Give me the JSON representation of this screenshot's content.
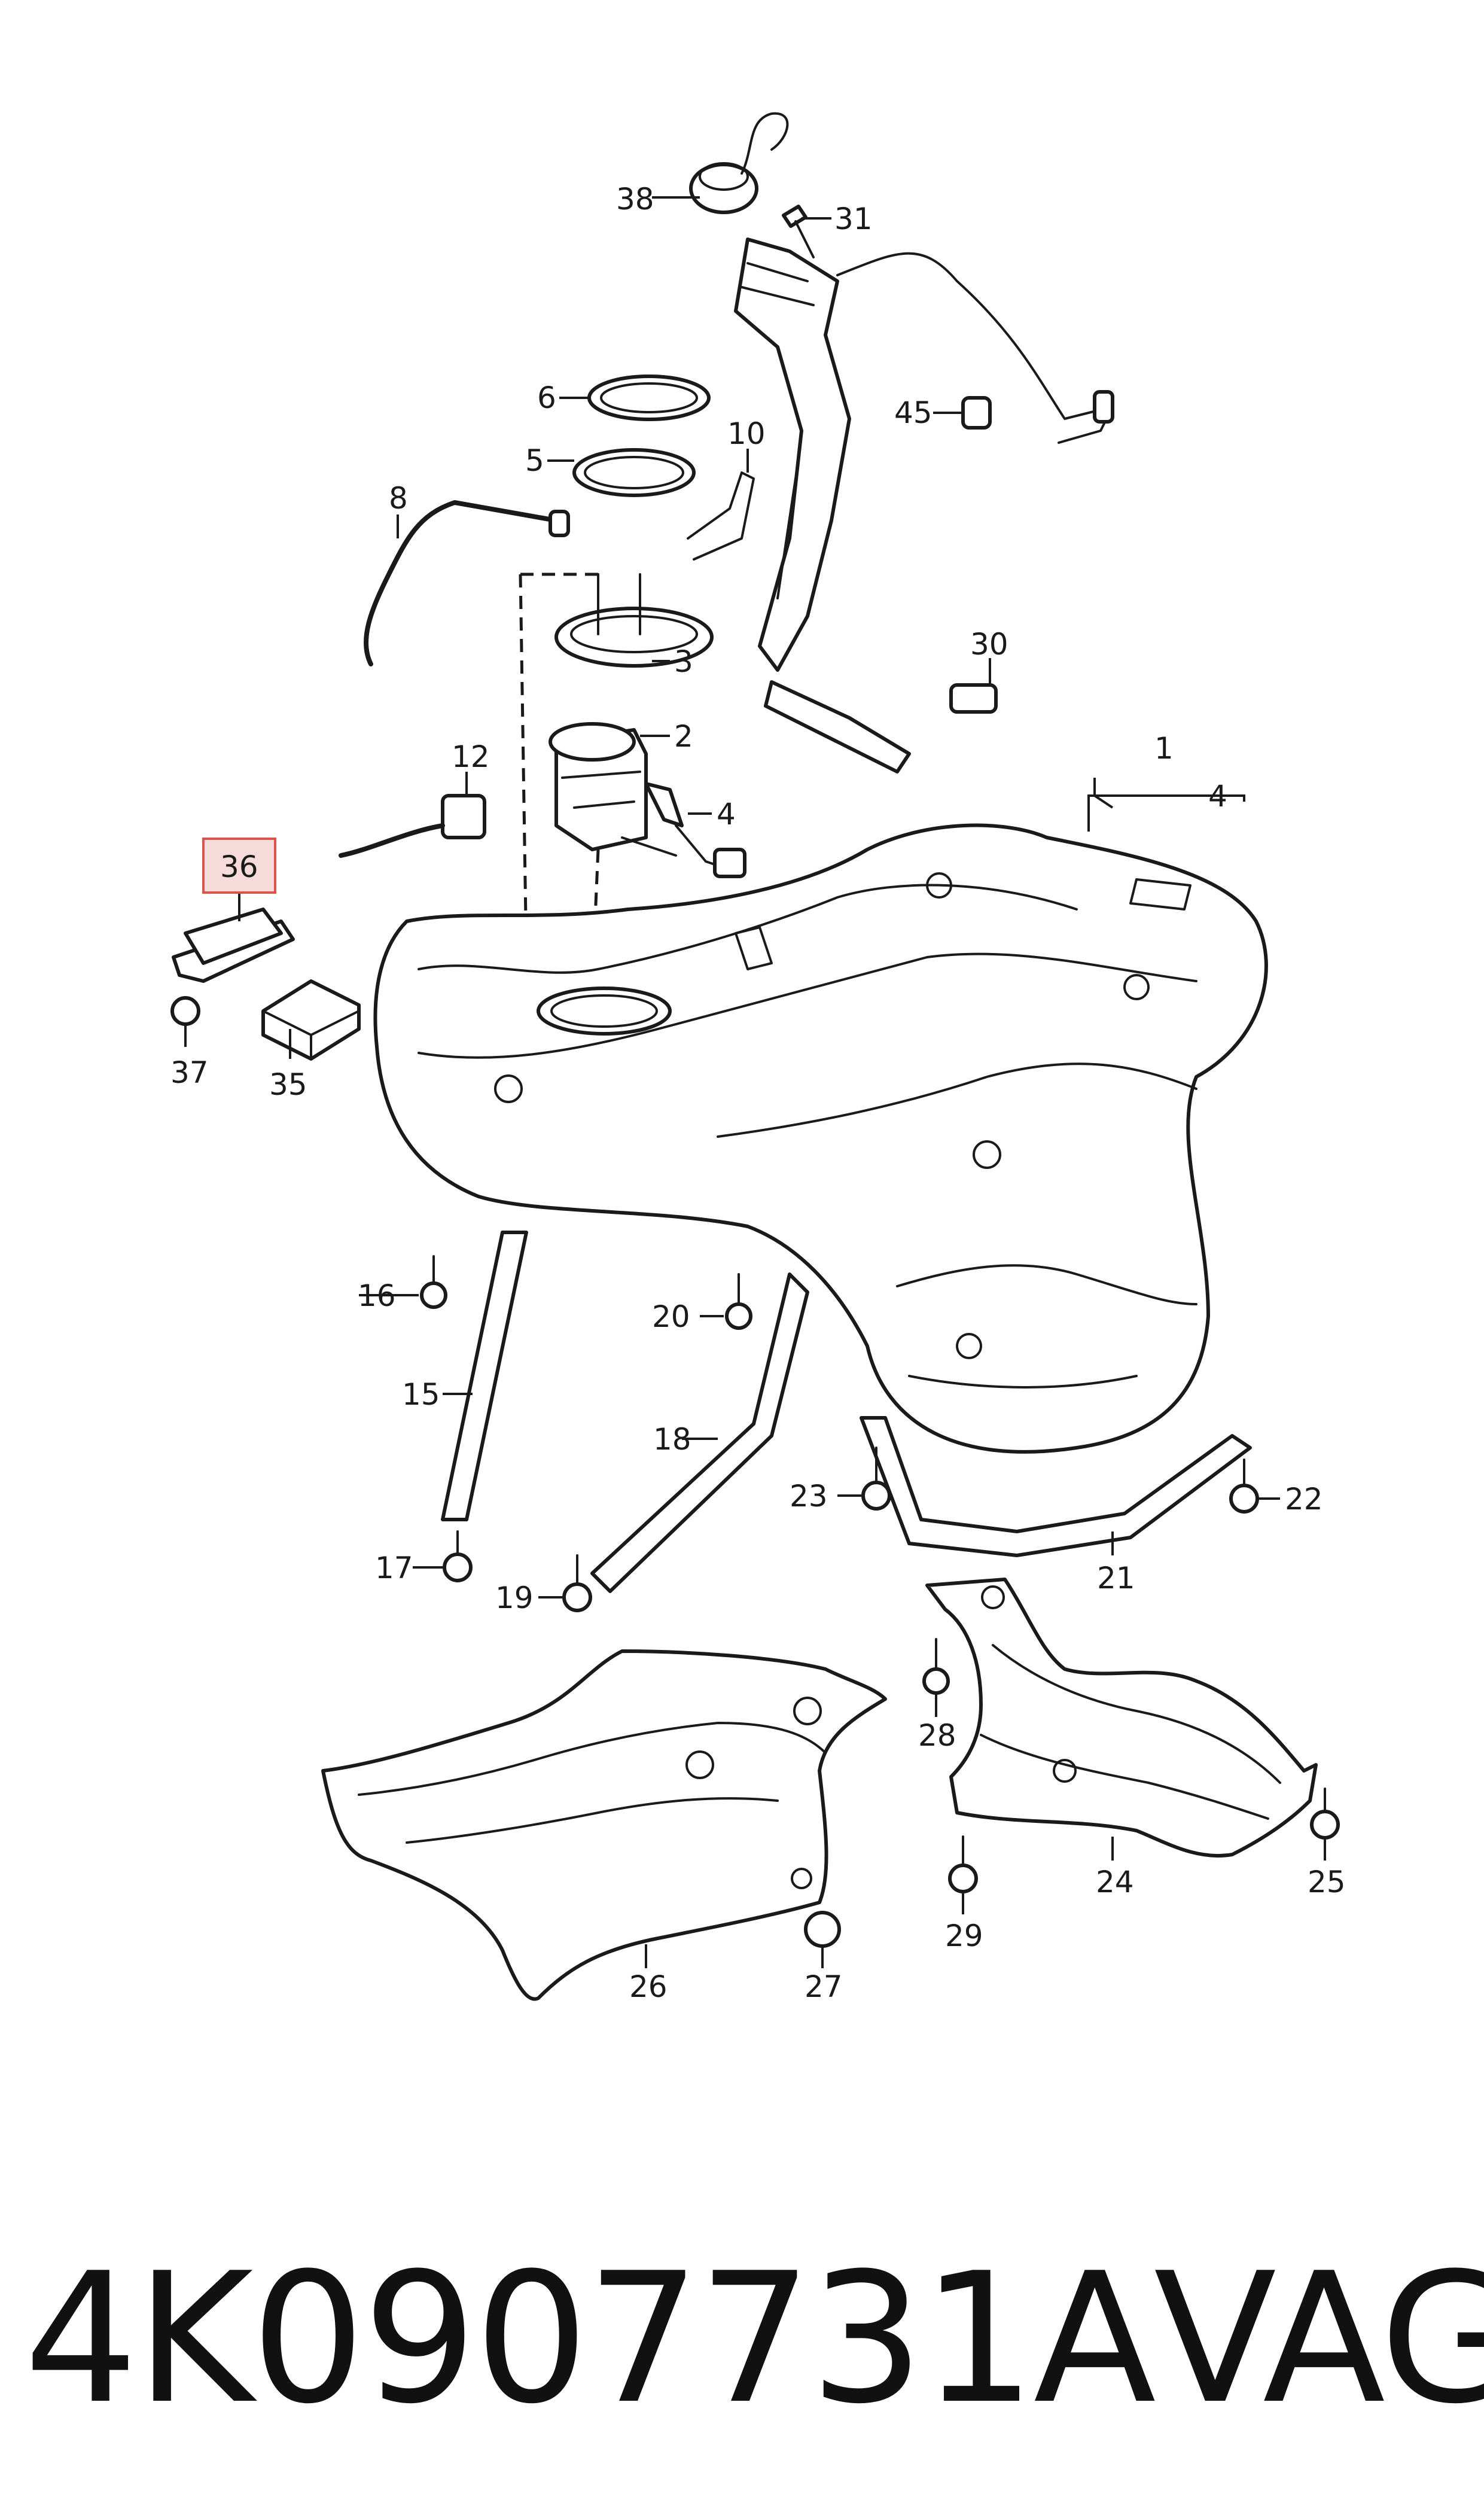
{
  "diagram": {
    "callouts": [
      {
        "id": "p1",
        "label": "1"
      },
      {
        "id": "p2",
        "label": "2"
      },
      {
        "id": "p3",
        "label": "3"
      },
      {
        "id": "p4a",
        "label": "4"
      },
      {
        "id": "p4b",
        "label": "4"
      },
      {
        "id": "p5",
        "label": "5"
      },
      {
        "id": "p6",
        "label": "6"
      },
      {
        "id": "p8",
        "label": "8"
      },
      {
        "id": "p10",
        "label": "10"
      },
      {
        "id": "p12",
        "label": "12"
      },
      {
        "id": "p15",
        "label": "15"
      },
      {
        "id": "p16",
        "label": "16"
      },
      {
        "id": "p17",
        "label": "17"
      },
      {
        "id": "p18",
        "label": "18"
      },
      {
        "id": "p19",
        "label": "19"
      },
      {
        "id": "p20",
        "label": "20"
      },
      {
        "id": "p21",
        "label": "21"
      },
      {
        "id": "p22",
        "label": "22"
      },
      {
        "id": "p23",
        "label": "23"
      },
      {
        "id": "p24",
        "label": "24"
      },
      {
        "id": "p25",
        "label": "25"
      },
      {
        "id": "p26",
        "label": "26"
      },
      {
        "id": "p27",
        "label": "27"
      },
      {
        "id": "p28",
        "label": "28"
      },
      {
        "id": "p29",
        "label": "29"
      },
      {
        "id": "p30",
        "label": "30"
      },
      {
        "id": "p31",
        "label": "31"
      },
      {
        "id": "p35",
        "label": "35"
      },
      {
        "id": "p36",
        "label": "36",
        "highlighted": true
      },
      {
        "id": "p37",
        "label": "37"
      },
      {
        "id": "p38",
        "label": "38"
      },
      {
        "id": "p45",
        "label": "45"
      }
    ],
    "highlight_color": "#f7dada"
  },
  "footer": {
    "part_number": "4K0907731A",
    "brand": "VAG"
  }
}
